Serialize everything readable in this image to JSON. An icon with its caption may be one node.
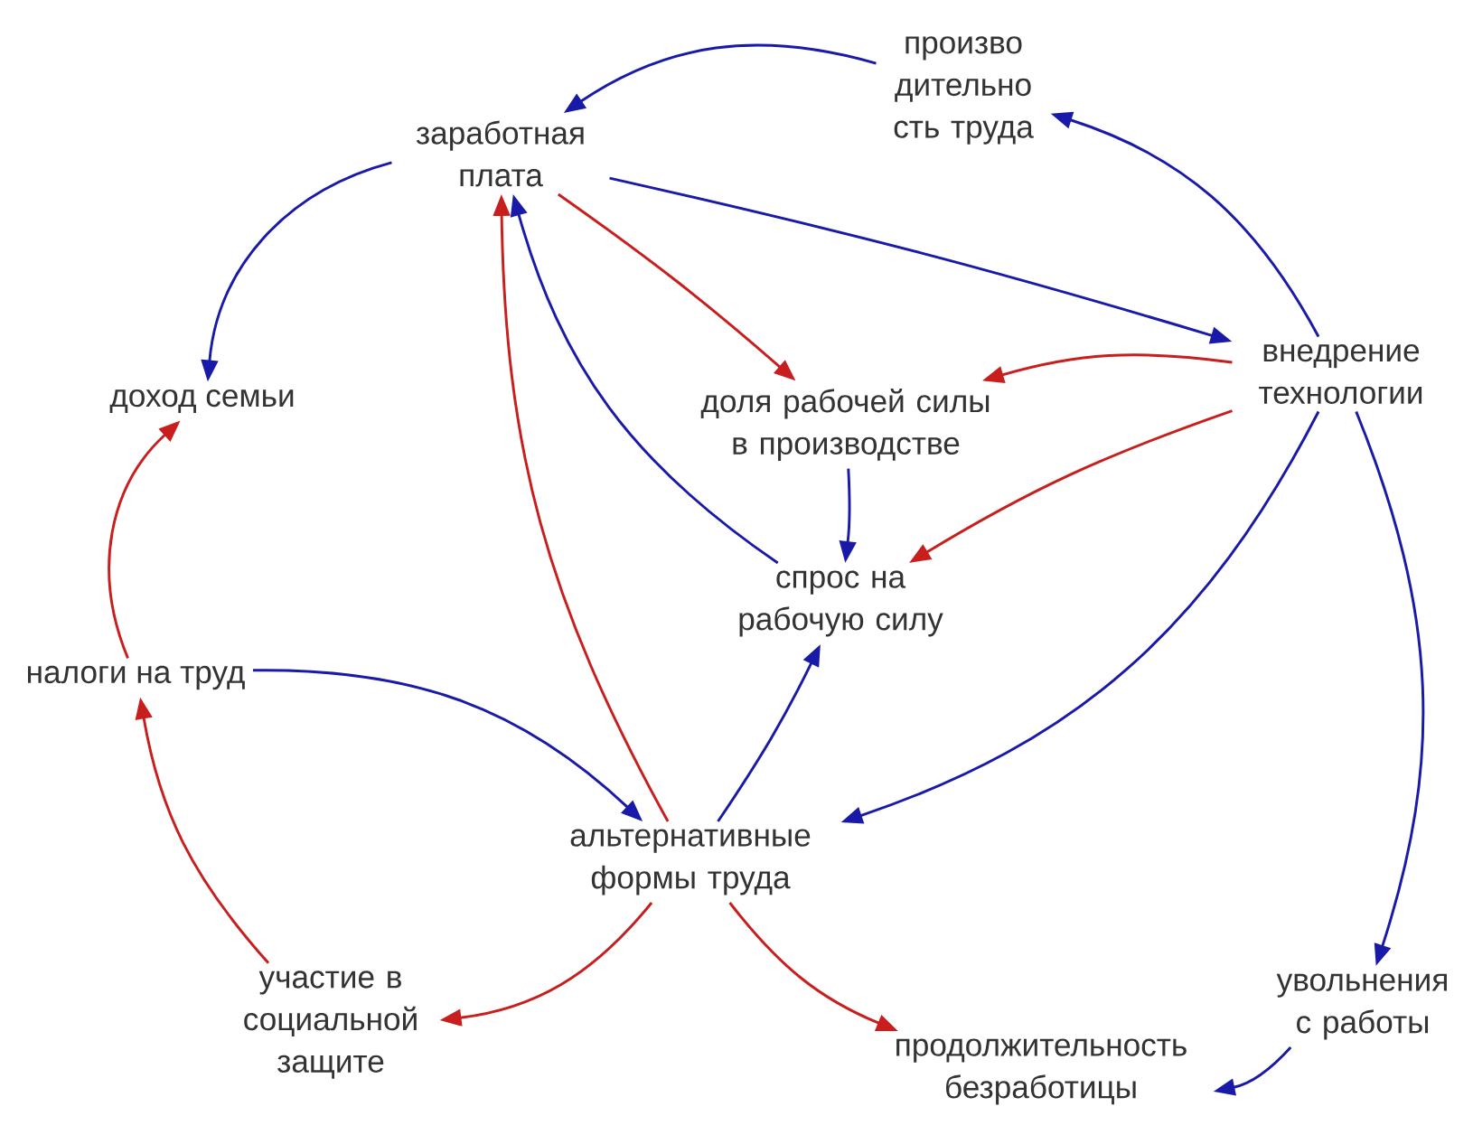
{
  "diagram": {
    "nodes": [
      {
        "text": [
          "произво дительно сть труда"
        ]
      },
      {
        "text": [
          "заработная плата"
        ]
      },
      {
        "text": [
          "доход семьи"
        ]
      },
      {
        "text": [
          "доля рабочей силы в производстве"
        ]
      },
      {
        "text": [
          "внедрение технологии"
        ]
      },
      {
        "text": [
          "спрос на рабочую силу"
        ]
      },
      {
        "text": [
          "налоги на труд"
        ]
      },
      {
        "text": [
          "альтернативные формы труда"
        ]
      },
      {
        "text": [
          "участие в социальной защите"
        ]
      },
      {
        "text": [
          "продолжительность безработицы"
        ]
      },
      {
        "text": [
          "увольнения с работы"
        ]
      }
    ],
    "edges": [
      {
        "from": 0,
        "to": 1,
        "arrow": "to"
      },
      {
        "from": 4,
        "to": 0,
        "arrow": "to"
      },
      {
        "from": 1,
        "to": 2,
        "arrow": "to"
      },
      {
        "from": 1,
        "to": 4,
        "arrow": "to"
      },
      {
        "from": 1,
        "to": 3,
        "arrow": "to",
        "color": "#c81e1e"
      },
      {
        "from": 4,
        "to": 3,
        "arrow": "to",
        "color": "#c81e1e"
      },
      {
        "from": 3,
        "to": 5,
        "arrow": "to"
      },
      {
        "from": 4,
        "to": 5,
        "arrow": "to",
        "color": "#c81e1e"
      },
      {
        "from": 5,
        "to": 1,
        "arrow": "to"
      },
      {
        "from": 7,
        "to": 1,
        "arrow": "to",
        "color": "#c81e1e"
      },
      {
        "from": 4,
        "to": 7,
        "arrow": "to"
      },
      {
        "from": 7,
        "to": 5,
        "arrow": "to"
      },
      {
        "from": 6,
        "to": 7,
        "arrow": "to"
      },
      {
        "from": 6,
        "to": 2,
        "arrow": "to",
        "color": "#c81e1e"
      },
      {
        "from": 8,
        "to": 6,
        "arrow": "to",
        "color": "#c81e1e"
      },
      {
        "from": 7,
        "to": 8,
        "arrow": "to",
        "color": "#c81e1e"
      },
      {
        "from": 7,
        "to": 9,
        "arrow": "to",
        "color": "#c81e1e"
      },
      {
        "from": 4,
        "to": 10,
        "arrow": "to"
      },
      {
        "from": 10,
        "to": 9,
        "arrow": "to"
      }
    ]
  }
}
